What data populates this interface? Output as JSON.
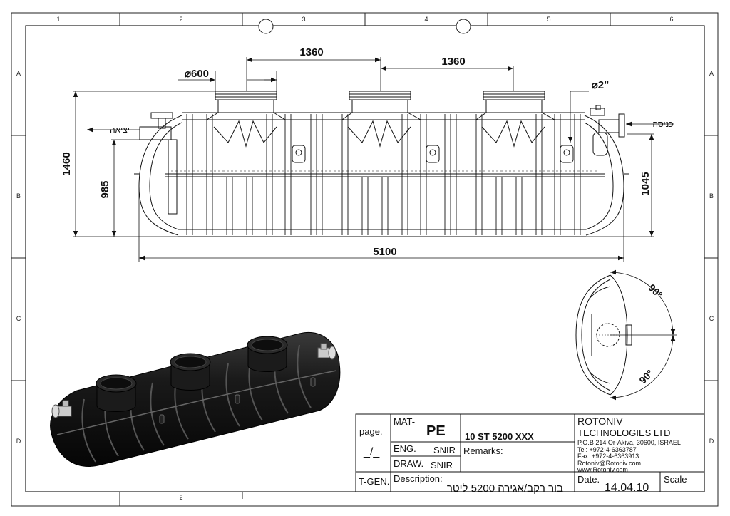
{
  "border": {
    "columns": [
      "1",
      "2",
      "3",
      "4",
      "5",
      "6"
    ],
    "rows": [
      "A",
      "B",
      "C",
      "D"
    ],
    "bottom_column": "2"
  },
  "dimensions": {
    "spacing_left": "1360",
    "spacing_right": "1360",
    "manhole_diameter": "⌀600",
    "pipe_diameter": "⌀2\"",
    "overall_height": "1460",
    "outlet_height": "985",
    "inlet_height": "1045",
    "overall_length": "5100",
    "angle_top": "90°",
    "angle_bottom": "90°"
  },
  "labels": {
    "outlet": "יציאה",
    "inlet": "כניסה"
  },
  "title_block": {
    "page_label": "page.",
    "page_value": "_/_",
    "tgen_label": "T-GEN.",
    "mat_label": "MAT-",
    "mat_value": "PE",
    "part_number": "10 ST 5200 XXX",
    "remarks_label": "Remarks:",
    "eng_label": "ENG.",
    "eng_value": "SNIR",
    "draw_label": "DRAW.",
    "draw_value": "SNIR",
    "description_label": "Description:",
    "description_value": "בור רקב/אגירה 5200 ליטר",
    "company_name": "ROTONIV",
    "company_sub": "TECHNOLOGIES LTD",
    "address": "P.O.B 214 Or-Akiva, 30600, ISRAEL",
    "tel": "Tel: +972-4-6363787",
    "fax": "Fax: +972-4-6363913",
    "email": "Rotoniv@Rotoniv.com",
    "web": "www.Rotoniv.com",
    "date_label": "Date.",
    "date_value": "14.04.10",
    "scale_label": "Scale"
  }
}
